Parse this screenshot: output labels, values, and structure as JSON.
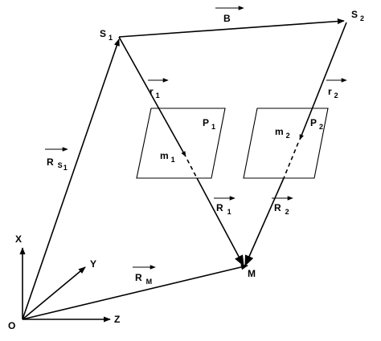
{
  "points": {
    "s1_letter": "S",
    "s1_index": "1",
    "s2_letter": "S",
    "s2_index": "2",
    "m": "M",
    "o": "O",
    "m1_letter": "m",
    "m1_index": "1",
    "m2_letter": "m",
    "m2_index": "2"
  },
  "vectors": {
    "B": "B",
    "r1_letter": "r",
    "r1_index": "1",
    "r2_letter": "r",
    "r2_index": "2",
    "R1_letter": "R",
    "R1_index": "1",
    "R2_letter": "R",
    "R2_index": "2",
    "RM_letter": "R",
    "RM_index": "M",
    "RS1_letter": "R",
    "RS1_sub": "S",
    "RS1_subindex": "1"
  },
  "planes": {
    "p1_letter": "P",
    "p1_index": "1",
    "p2_letter": "P",
    "p2_index": "2"
  },
  "axes": {
    "x": "X",
    "y": "Y",
    "z": "Z"
  }
}
